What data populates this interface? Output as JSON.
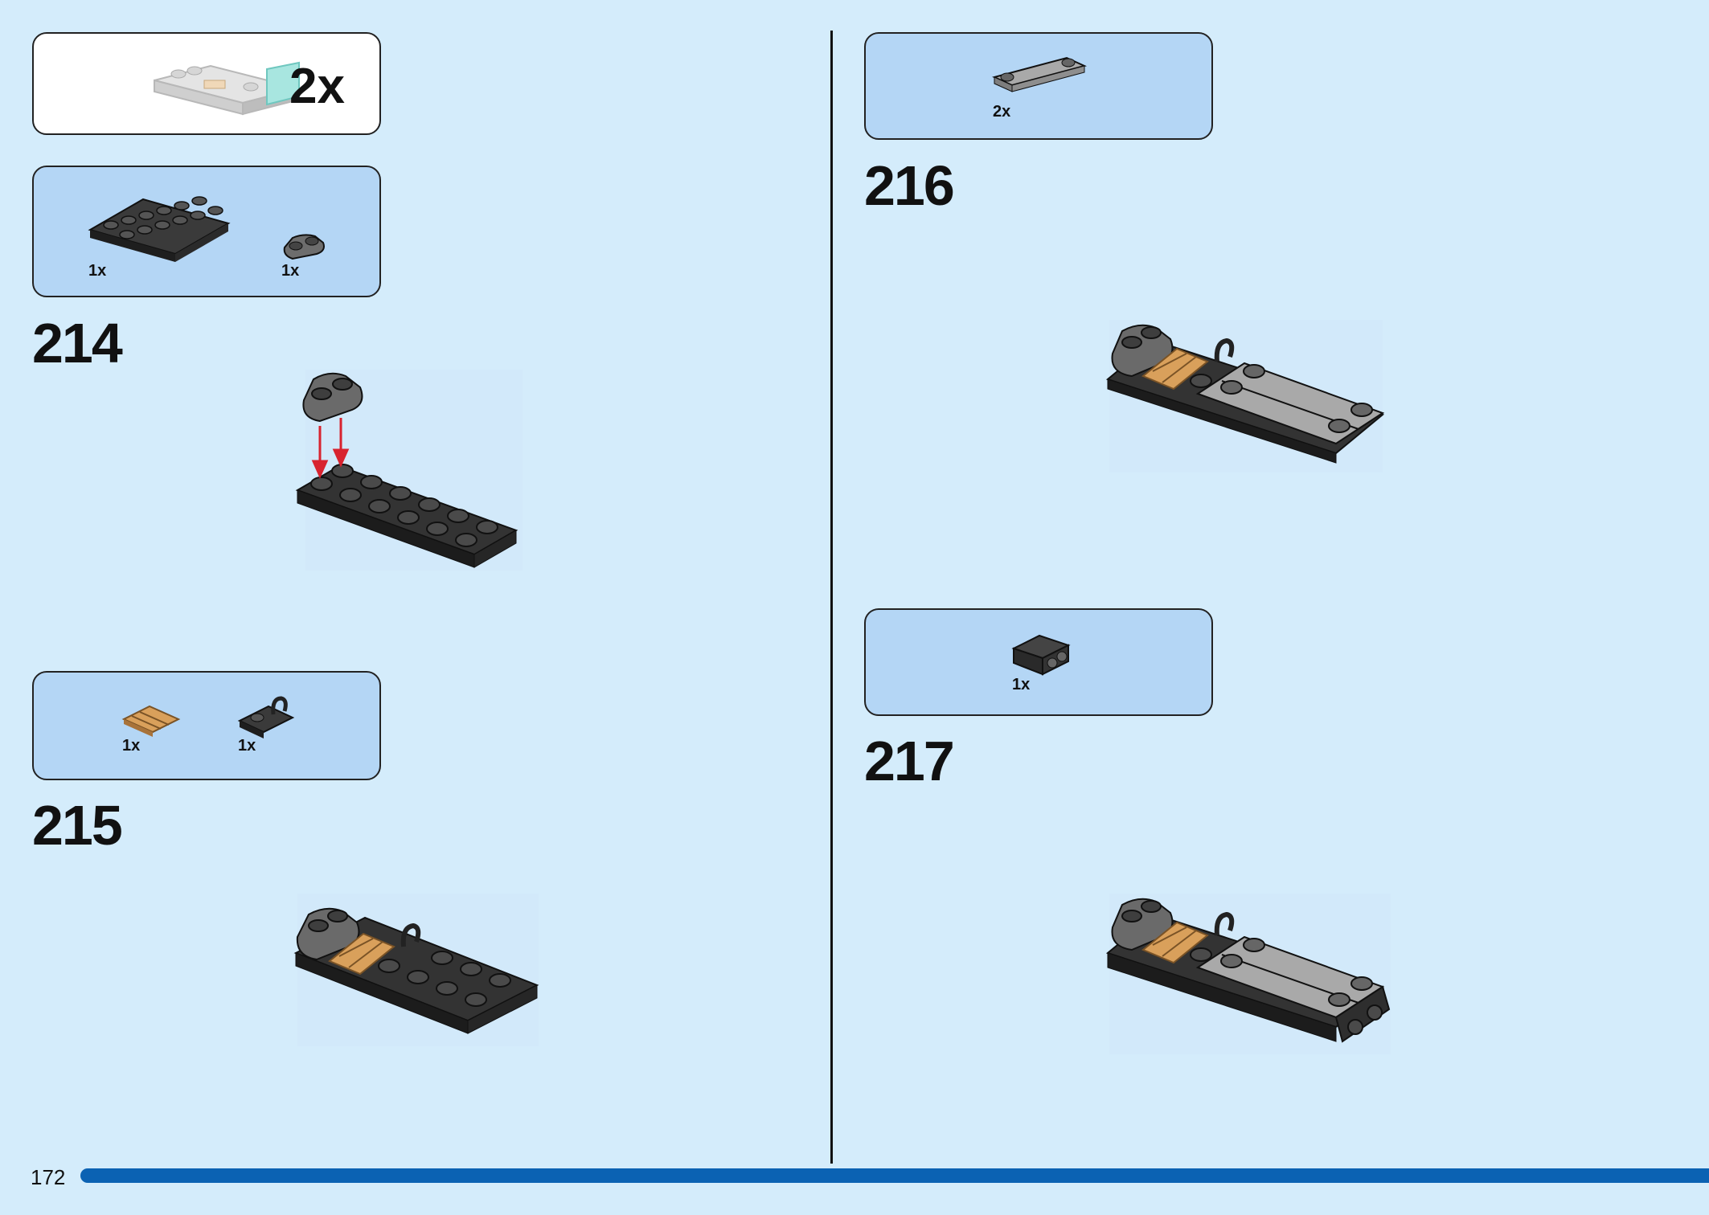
{
  "multiplier": {
    "label": "2x"
  },
  "steps": [
    {
      "number": "214",
      "parts": [
        {
          "qty": "1x",
          "icon": "black-plate-2x6-icon"
        },
        {
          "qty": "1x",
          "icon": "dark-gray-plate-1x2-rounded-icon"
        }
      ]
    },
    {
      "number": "215",
      "parts": [
        {
          "qty": "1x",
          "icon": "tan-wood-plank-tile-icon"
        },
        {
          "qty": "1x",
          "icon": "black-clip-plate-icon"
        }
      ]
    },
    {
      "number": "216",
      "parts": [
        {
          "qty": "2x",
          "icon": "light-gray-plate-1x4-icon"
        }
      ]
    },
    {
      "number": "217",
      "parts": [
        {
          "qty": "1x",
          "icon": "black-bracket-plate-icon"
        }
      ]
    }
  ],
  "footer": {
    "page_number": "172"
  },
  "colors": {
    "background": "#d4ecfb",
    "parts_box": "#b4d6f5",
    "progress_bar": "#0b62b3",
    "arrow_red": "#d8232f"
  }
}
